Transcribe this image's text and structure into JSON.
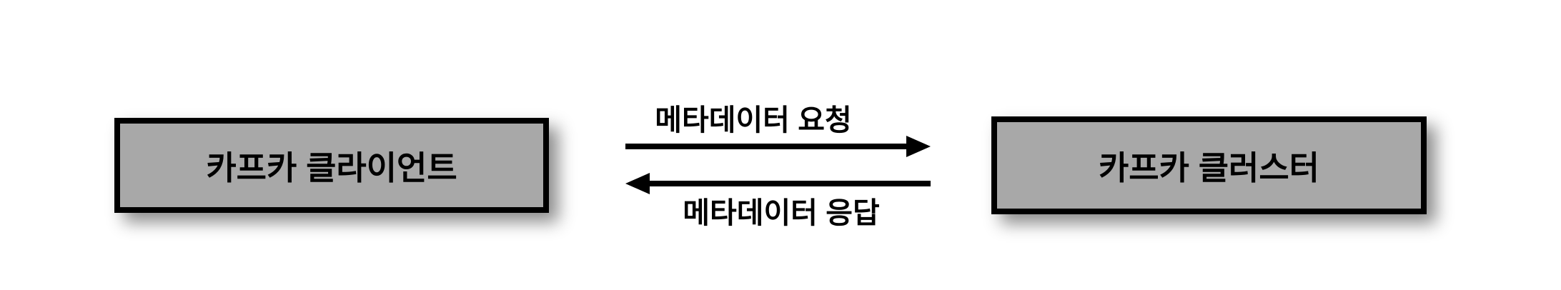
{
  "diagram": {
    "type": "flow",
    "nodes": [
      {
        "id": "kafka-client",
        "label": "카프카 클라이언트"
      },
      {
        "id": "kafka-cluster",
        "label": "카프카 클러스터"
      }
    ],
    "edges": [
      {
        "id": "metadata-request",
        "label": "메타데이터 요청",
        "from": "kafka-client",
        "to": "kafka-cluster",
        "direction": "right"
      },
      {
        "id": "metadata-response",
        "label": "메타데이터 응답",
        "from": "kafka-cluster",
        "to": "kafka-client",
        "direction": "left"
      }
    ],
    "colors": {
      "background": "#FFFFFF",
      "node_fill": "#A8A8A8",
      "node_border": "#000000",
      "arrow": "#000000",
      "text": "#000000"
    }
  }
}
